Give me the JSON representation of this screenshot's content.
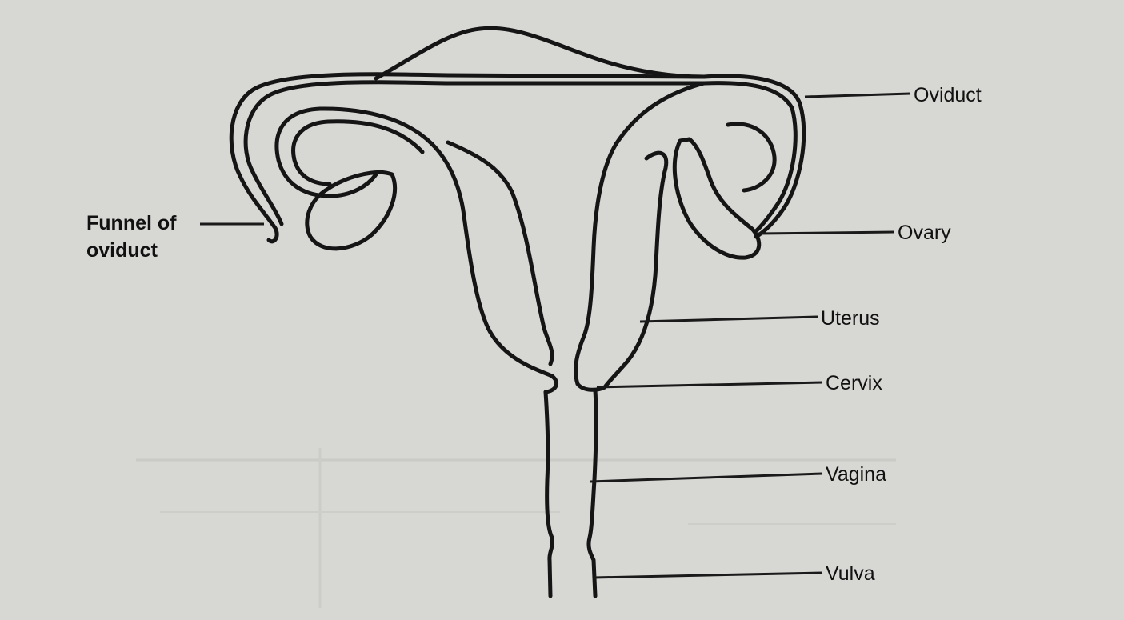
{
  "diagram": {
    "labels": {
      "funnel_of_oviduct_line1": "Funnel of",
      "funnel_of_oviduct_line2": "oviduct",
      "oviduct": "Oviduct",
      "ovary": "Ovary",
      "uterus": "Uterus",
      "cervix": "Cervix",
      "vagina": "Vagina",
      "vulva": "Vulva"
    }
  }
}
